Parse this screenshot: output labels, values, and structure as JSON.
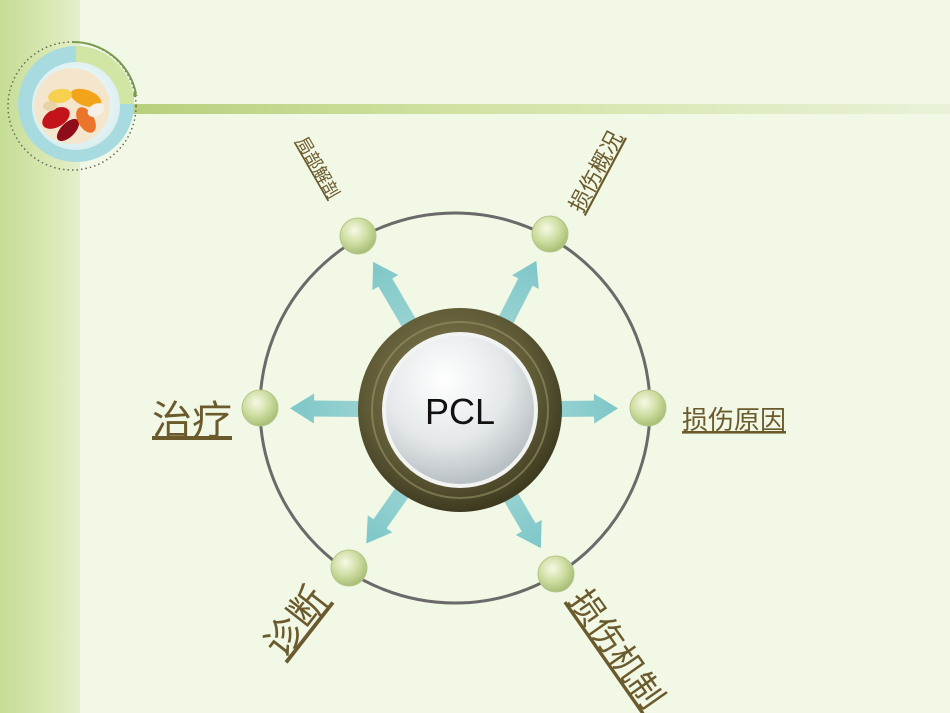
{
  "diagram": {
    "center": {
      "label": "PCL"
    },
    "nodes": [
      {
        "label": "损伤原因"
      },
      {
        "label": "损伤概况"
      },
      {
        "label": "局部解剖"
      },
      {
        "label": "治疗"
      },
      {
        "label": "诊断"
      },
      {
        "label": "损伤机制"
      }
    ]
  },
  "colors": {
    "background": "#f1f8e6",
    "sidebar": "#c6dd95",
    "ring": "#6a6a6a",
    "arrow": "#7ec7c8",
    "node": "#c7d796",
    "hub_ring": "#5d5838",
    "label": "#6b5a2c"
  },
  "icons": {
    "logo": "capsules-pills-icon"
  }
}
